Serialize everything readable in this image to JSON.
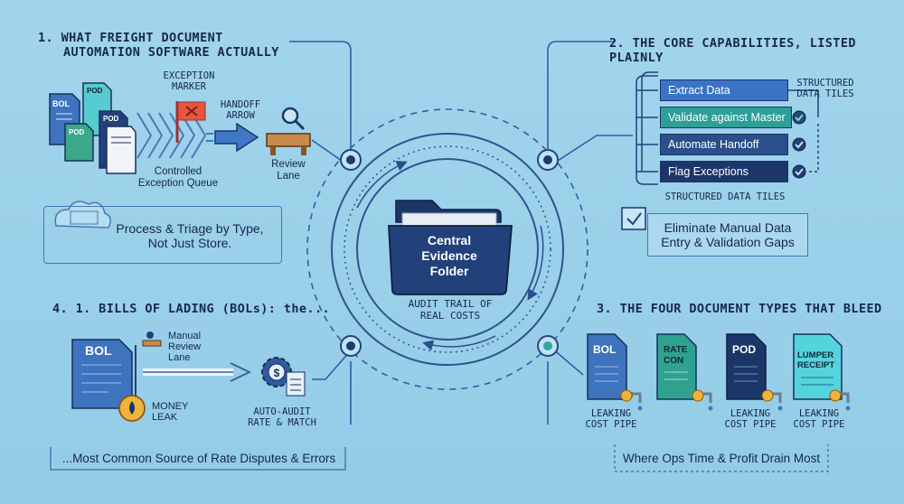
{
  "section1": {
    "title_line1": "1. WHAT FREIGHT DOCUMENT",
    "title_line2": "AUTOMATION SOFTWARE ACTUALLY",
    "doc_labels": {
      "bol": "BOL",
      "pod1": "POD",
      "pod2": "POD",
      "pod3": "POD"
    },
    "exception_marker_line1": "EXCEPTION",
    "exception_marker_line2": "MARKER",
    "handoff_arrow_line1": "HANDOFF",
    "handoff_arrow_line2": "ARROW",
    "controlled_queue_line1": "Controlled",
    "controlled_queue_line2": "Exception Queue",
    "review_lane_line1": "Review",
    "review_lane_line2": "Lane",
    "note_line1": "Process & Triage by Type,",
    "note_line2": "Not Just Store."
  },
  "section2": {
    "title": "2. THE CORE CAPABILITIES, LISTED PLAINLY",
    "tiles_label_line1": "STRUCTURED",
    "tiles_label_line2": "DATA TILES",
    "tiles": [
      "Extract Data",
      "Validate against Master",
      "Automate Handoff",
      "Flag Exceptions"
    ],
    "tiles_caption": "STRUCTURED DATA TILES",
    "note_line1": "Eliminate Manual Data",
    "note_line2": "Entry & Validation Gaps"
  },
  "center": {
    "folder_line1": "Central",
    "folder_line2": "Evidence",
    "folder_line3": "Folder",
    "caption_line1": "AUDIT TRAIL OF",
    "caption_line2": "REAL COSTS"
  },
  "section3": {
    "title": "3. THE FOUR DOCUMENT TYPES THAT BLEED",
    "docs": [
      {
        "label_line1": "BOL",
        "label_line2": "",
        "caption_line1": "LEAKING",
        "caption_line2": "COST PIPE"
      },
      {
        "label_line1": "RATE",
        "label_line2": "CON",
        "caption_line1": "",
        "caption_line2": ""
      },
      {
        "label_line1": "POD",
        "label_line2": "",
        "caption_line1": "LEAKING",
        "caption_line2": "COST PIPE"
      },
      {
        "label_line1": "LUMPER",
        "label_line2": "RECEIPT",
        "caption_line1": "LEAKING",
        "caption_line2": "COST PIPE"
      }
    ],
    "note": "Where Ops Time & Profit Drain Most"
  },
  "section4": {
    "title": "4. 1. BILLS OF LADING (BOLs): the...",
    "bol_label": "BOL",
    "manual_review_line1": "Manual",
    "manual_review_line2": "Review",
    "manual_review_line3": "Lane",
    "money_leak_line1": "MONEY",
    "money_leak_line2": "LEAK",
    "auto_audit_line1": "AUTO-AUDIT",
    "auto_audit_line2": "RATE & MATCH",
    "note": "...Most Common Source of Rate Disputes & Errors"
  },
  "colors": {
    "background": "#9bd0e9",
    "navy": "#1c3669",
    "blue": "#2f63ad",
    "teal": "#2fa7a0",
    "cyan": "#55d3dc",
    "coin": "#f0b43c",
    "flag": "#e8553e"
  }
}
